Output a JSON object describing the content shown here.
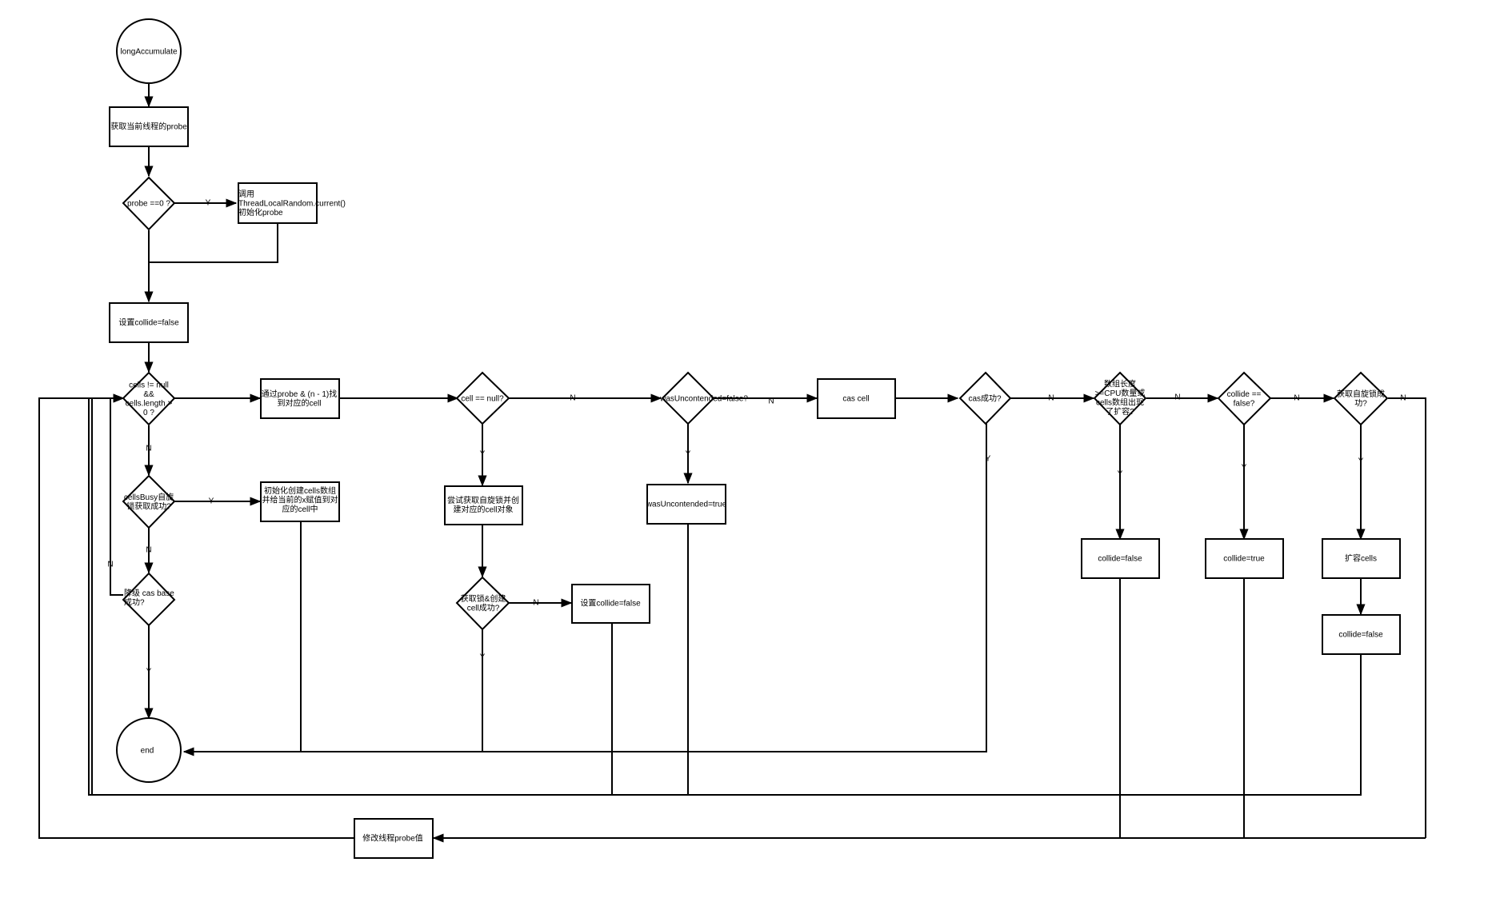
{
  "diagram": {
    "nodes": {
      "start": [
        "longAccumulate"
      ],
      "get_probe": [
        "获取当前线程的probe"
      ],
      "probe_zero": [
        "probe ==0 ?"
      ],
      "init_probe": [
        "调用",
        "ThreadLocalRandom.current()",
        "初始化probe"
      ],
      "set_collide_1": [
        "设置collide=false"
      ],
      "cells_check": [
        "cells != null",
        "&&",
        "cells.length >",
        "0 ?"
      ],
      "cells_busy": [
        "cellsBusy自旋",
        "锁获取成功?"
      ],
      "degrade_cas": [
        "降级 cas base",
        "成功?"
      ],
      "end": [
        "end"
      ],
      "find_cell": [
        "通过probe & (n - 1)找",
        "到对应的cell"
      ],
      "init_cells": [
        "初始化创建cells数组",
        "并给当前的x赋值到对",
        "应的cell中"
      ],
      "cell_null": [
        "cell == null?"
      ],
      "try_lock_create": [
        "尝试获取自旋锁并创",
        "建对应的cell对象"
      ],
      "lock_create_ok": [
        "获取锁&创建",
        "cell成功?"
      ],
      "set_collide_2": [
        "设置collide=false"
      ],
      "was_uncontended": [
        "wasUncontended=false?"
      ],
      "set_uncontended": [
        "wasUncontended=true"
      ],
      "cas_cell": [
        "cas cell"
      ],
      "cas_ok": [
        "cas成功?"
      ],
      "array_len": [
        "数组长度",
        ">=CPU数量或",
        "cells数组出现",
        "了扩容?"
      ],
      "collide_false_q": [
        "collide ==",
        "false?"
      ],
      "get_lock": [
        "获取自旋锁成",
        "功?"
      ],
      "collide_false_1": [
        "collide=false"
      ],
      "collide_true": [
        "collide=true"
      ],
      "expand_cells": [
        "扩容cells"
      ],
      "collide_false_2": [
        "collide=false"
      ],
      "modify_probe": [
        "修改线程probe值"
      ]
    },
    "labels": {
      "yes": "Y",
      "no": "N"
    }
  }
}
